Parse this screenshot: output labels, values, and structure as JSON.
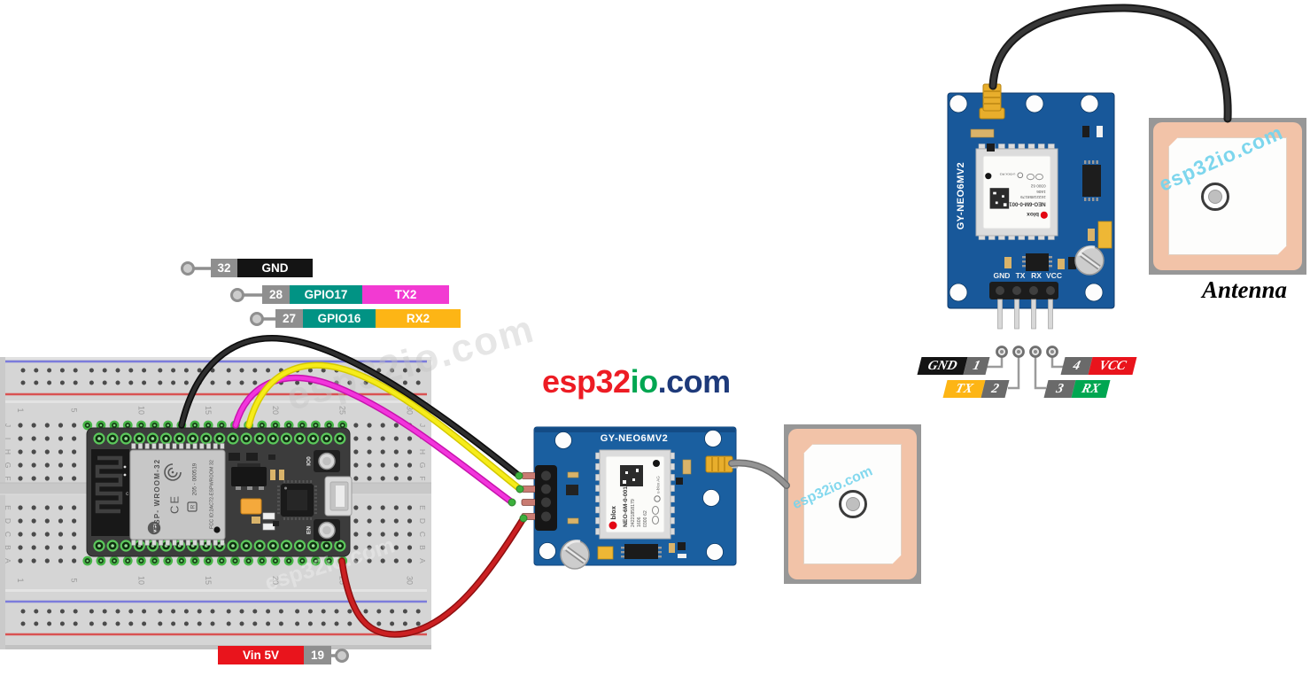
{
  "logo": {
    "esp32": "esp32",
    "io": "io",
    "com": ".com"
  },
  "watermark_text": "esp32io.com",
  "antenna_caption": "Antenna",
  "esp32_pin_rows": [
    {
      "pin": "32",
      "label": "GND",
      "signal": ""
    },
    {
      "pin": "28",
      "label": "GPIO17",
      "signal": "TX2"
    },
    {
      "pin": "27",
      "label": "GPIO16",
      "signal": "RX2"
    }
  ],
  "power_row": {
    "label": "Vin 5V",
    "pin": "19"
  },
  "gps_pin_rows": {
    "gnd": {
      "label": "GND",
      "pin": "1"
    },
    "tx": {
      "label": "TX",
      "pin": "2"
    },
    "rx": {
      "pin": "3",
      "label": "RX"
    },
    "vcc": {
      "pin": "4",
      "label": "VCC"
    }
  },
  "gps_module": {
    "board_name": "GY-NEO6MV2",
    "chip": {
      "brand": "blox",
      "model": "NEO-6M-0-001",
      "serial": "24221858179",
      "lot": "1606",
      "code": "0300 62",
      "maker": "u-blox AG"
    },
    "pins": [
      "GND",
      "TX",
      "RX",
      "VCC"
    ]
  },
  "esp32_board": {
    "module_name": "ESP- WROOM-32",
    "serial": "205 - 000519",
    "fcc": "FCC ID:2AC72-ESPWROOM 32",
    "wifi_logo": "WiFi",
    "ce_mark": "CE",
    "reg_mark": "R",
    "button_boot": "IO0",
    "button_en": "EN",
    "antenna_c": "c"
  },
  "breadboard": {
    "letters_top": [
      "J",
      "I",
      "H",
      "G",
      "F"
    ],
    "letters_bottom": [
      "E",
      "D",
      "C",
      "B",
      "A"
    ],
    "numbers": [
      "1",
      "5",
      "10",
      "15",
      "20",
      "25",
      "30"
    ]
  },
  "colors": {
    "label_gray": "#8f8f8f",
    "label_dark_gray": "#6a6a6a",
    "label_black": "#141414",
    "label_teal": "#019384",
    "label_magenta": "#f23ad2",
    "label_amber": "#fdb515",
    "label_red": "#e9141c",
    "label_green": "#00a651",
    "wire_black": "#2e2e2e",
    "wire_yellow": "#f6ec1a",
    "wire_magenta": "#f235dc",
    "wire_red": "#cb2022",
    "cable_gray": "#949494",
    "cable_black": "#383838",
    "pcb_blue": "#1a5fa0",
    "pcb_blue_dark": "#17538f",
    "logo_red": "#ed1c24",
    "logo_green": "#00a651",
    "logo_navy": "#1e3a7a",
    "antenna_text": "#1e9cd8"
  }
}
